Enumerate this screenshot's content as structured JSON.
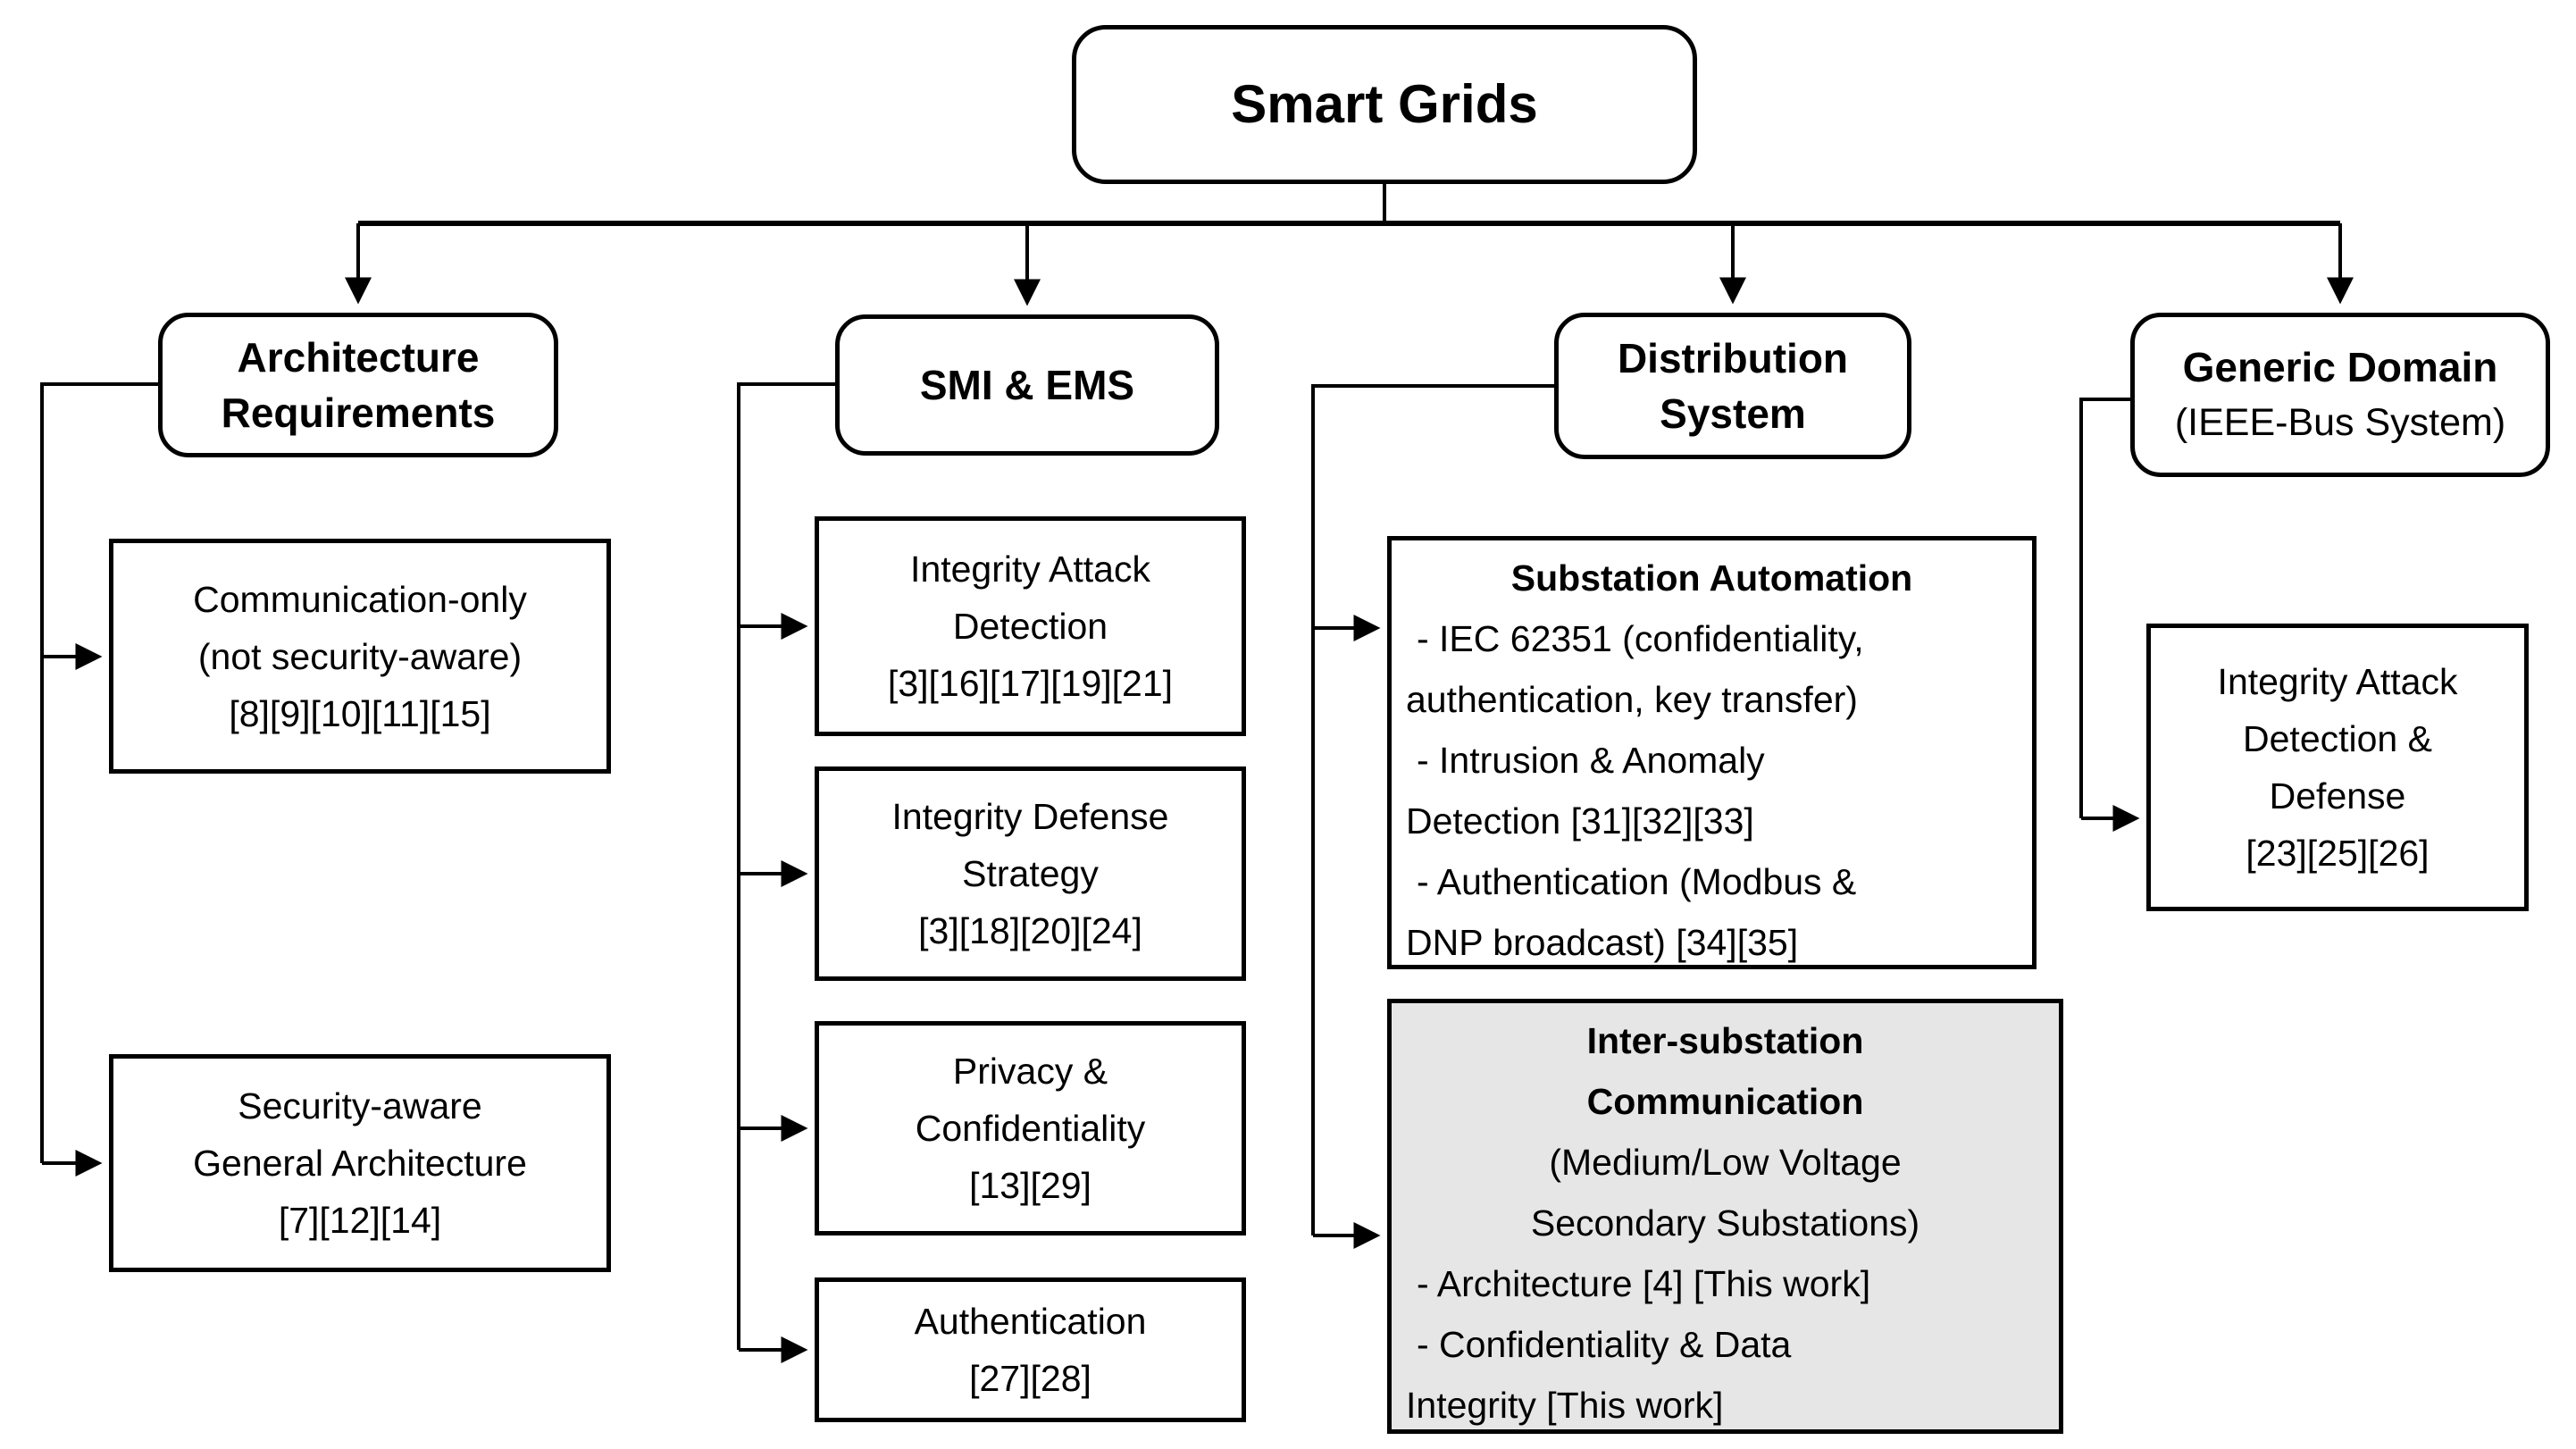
{
  "diagram": {
    "root_label": "Smart Grids",
    "headers": {
      "architecture": {
        "line1": "Architecture",
        "line2": "Requirements"
      },
      "smi_ems": {
        "line1": "SMI & EMS"
      },
      "distribution": {
        "line1": "Distribution",
        "line2": "System"
      },
      "generic": {
        "line1": "Generic Domain",
        "line2": "(IEEE-Bus System)"
      }
    },
    "nodes": {
      "comm_only": {
        "l1": "Communication-only",
        "l2": "(not security-aware)",
        "l3": "[8][9][10][11][15]"
      },
      "sec_aware": {
        "l1": "Security-aware",
        "l2": "General Architecture",
        "l3": "[7][12][14]"
      },
      "integrity_attack": {
        "l1": "Integrity Attack",
        "l2": "Detection",
        "l3": "[3][16][17][19][21]"
      },
      "integrity_defense": {
        "l1": "Integrity Defense",
        "l2": "Strategy",
        "l3": "[3][18][20][24]"
      },
      "privacy": {
        "l1": "Privacy &",
        "l2": "Confidentiality",
        "l3": "[13][29]"
      },
      "authentication": {
        "l1": "Authentication",
        "l2": "[27][28]"
      },
      "substation": {
        "title": "Substation Automation",
        "b1a": "- IEC 62351 (confidentiality,",
        "b1b": "authentication, key transfer)",
        "b2a": "- Intrusion & Anomaly",
        "b2b": "Detection [31][32][33]",
        "b3a": "- Authentication (Modbus &",
        "b3b": "DNP broadcast) [34][35]"
      },
      "inter_substation": {
        "t1": "Inter-substation",
        "t2": "Communication",
        "s1": "(Medium/Low Voltage",
        "s2": "Secondary Substations)",
        "b1": "- Architecture [4] [This work]",
        "b2": "- Confidentiality & Data",
        "b3": "Integrity [This work]"
      },
      "generic_child": {
        "l1": "Integrity Attack",
        "l2": "Detection &",
        "l3": "Defense",
        "l4": "[23][25][26]"
      }
    },
    "colors": {
      "line": "#000000",
      "border": "#000000",
      "highlight_fill": "#e6e6e6",
      "background": "#ffffff"
    }
  }
}
